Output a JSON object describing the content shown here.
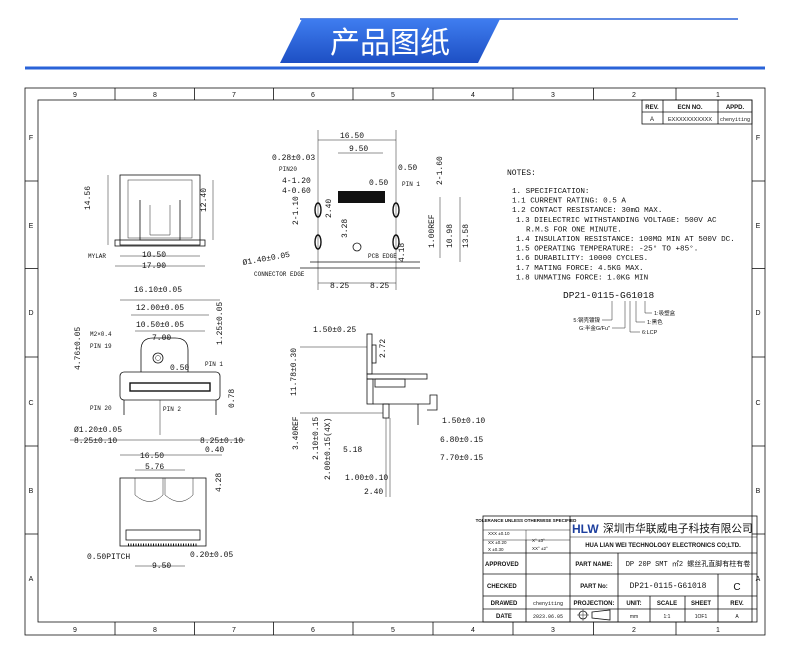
{
  "header": {
    "title": "产品图纸",
    "accent": "#2a63d8"
  },
  "frame": {
    "columns": [
      "9",
      "8",
      "7",
      "6",
      "5",
      "4",
      "3",
      "2",
      "1"
    ],
    "rows": [
      "F",
      "E",
      "D",
      "C",
      "B",
      "A"
    ]
  },
  "revision_block": {
    "headers": [
      "REV.",
      "ECN NO.",
      "APPD."
    ],
    "row": [
      "A",
      "EXXXXXXXXXXX",
      "chenyiting"
    ]
  },
  "notes": {
    "title": "NOTES:",
    "lines": [
      "1. SPECIFICATION:",
      "1.1 CURRENT RATING: 0.5 A",
      "1.2 CONTACT RESISTANCE: 30mΩ MAX.",
      "1.3 DIELECTRIC WITHSTANDING VOLTAGE: 500V AC",
      "R.M.S FOR ONE MINUTE.",
      "1.4 INSULATION RESISTANCE: 100MΩ MIN AT 500V DC.",
      "1.5 OPERATING TEMPERATURE: -25° TO +85°.",
      "1.6 DURABILITY: 10000 CYCLES.",
      "1.7 MATING FORCE: 4.5KG MAX.",
      "1.8 UNMATING FORCE: 1.0KG MIN"
    ],
    "part_code": "DP21-0115-G61018",
    "code_legend": [
      "5:钢壳镀镍",
      "G:半金G/Fu\"",
      "6:LCP",
      "1:黑色",
      "1:吸塑盒"
    ]
  },
  "views": {
    "labels": [
      "14.56",
      "12.40",
      "10.50",
      "17.90",
      "MYLAR",
      "16.50",
      "9.50",
      "0.28±0.03",
      "PIN20",
      "0.50",
      "0.50",
      "PIN 1",
      "4-1.20",
      "4-0.60",
      "2-1.60",
      "2.40",
      "2-1.10",
      "3.28",
      "1.00REF",
      "10.98",
      "13.58",
      "4.18",
      "Ø1.40±0.05",
      "PCB EDGE",
      "CONNECTOR EDGE",
      "8.25",
      "8.25",
      "16.10±0.05",
      "12.00±0.05",
      "10.50±0.05",
      "7.00",
      "M2×0.4",
      "PIN 19",
      "0.50",
      "PIN 1",
      "4.76±0.05",
      "1.25±0.05",
      "PIN 20",
      "PIN 2",
      "Ø1.20±0.05",
      "8.25±0.10",
      "8.25±0.10",
      "16.50",
      "0.40",
      "0.78",
      "1.50±0.25",
      "2.72",
      "11.78±0.30",
      "3.40REF",
      "2.10±0.15",
      "2.00±0.15(4X)",
      "5.18",
      "1.50±0.10",
      "6.80±0.15",
      "7.70±0.15",
      "1.00±0.10",
      "2.40",
      "5.76",
      "4.28",
      "0.50PITCH",
      "0.20±0.05",
      "9.50"
    ]
  },
  "title_block": {
    "tolerance_title": "TOLERANCE UNLESS OTHERWISE SPECIFIED",
    "tolerance_linear": [
      "XXX ±0.10",
      "XX ±0.20",
      "X ±0.30"
    ],
    "tolerance_angle": [
      "X° ±3°",
      "XX° ±2°"
    ],
    "company_logo": "HLW",
    "company_cn": "深圳市华联威电子科技有限公司",
    "company_en": "HUA LIAN WEI TECHNOLOGY ELECTRONICS CO;LTD.",
    "approved_label": "APPROVED",
    "approved_value": "",
    "checked_label": "CHECKED",
    "checked_value": "",
    "drawed_label": "DRAWED",
    "drawed_value": "chenyiting",
    "date_label": "DATE",
    "date_value": "2023.06.05",
    "part_name_label": "PART NAME:",
    "part_name_value": "DP 20P SMT ㎡2 螺丝孔直脚有柱有卷",
    "part_no_label": "PART No:",
    "part_no_value": "DP21-0115-G61018",
    "part_rev": "C",
    "projection_label": "PROJECTION:",
    "unit_label": "UNIT:",
    "unit_value": "mm",
    "scale_label": "SCALE",
    "scale_value": "1:1",
    "sheet_label": "SHEET",
    "sheet_value": "1OF1",
    "rev_label": "REV.",
    "rev_value": "A"
  }
}
